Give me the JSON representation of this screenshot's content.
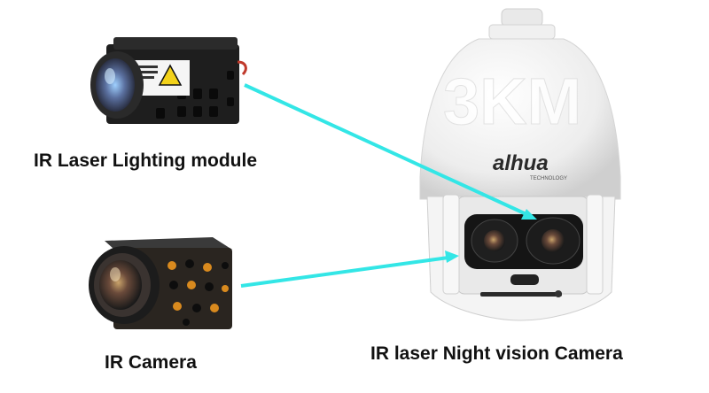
{
  "labels": {
    "laser_module": "IR Laser Lighting module",
    "ir_camera": "IR Camera",
    "night_vision_camera": "IR laser Night vision Camera"
  },
  "branding": {
    "logo_text": "alhua",
    "logo_subtext": "TECHNOLOGY",
    "watermark": "3KM"
  },
  "colors": {
    "arrow": "#33e6e6",
    "camera_body": "#f2f2f2",
    "module_body": "#1e1e1e",
    "lens_tint": "#6a7fa8"
  }
}
